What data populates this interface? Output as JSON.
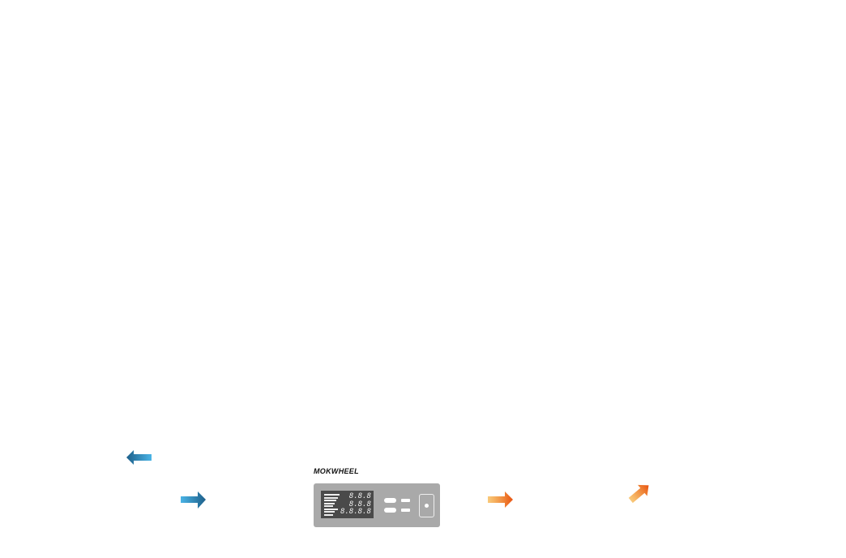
{
  "brand": {
    "name": "MOKWHEEL"
  },
  "display": {
    "lines": [
      "8.8.8",
      "8.8.8",
      "8.8.8.8"
    ]
  },
  "colors": {
    "blue_dark": "#1d5f8a",
    "blue_light": "#4ab4e6",
    "orange_dark": "#e8510f",
    "orange_light": "#f5a623",
    "panel": "#a9a9a9",
    "screen": "#4a4a4a"
  },
  "icons": [
    "arrow-left-icon",
    "arrow-right-icon",
    "arrow-right-icon",
    "arrow-up-right-icon"
  ]
}
